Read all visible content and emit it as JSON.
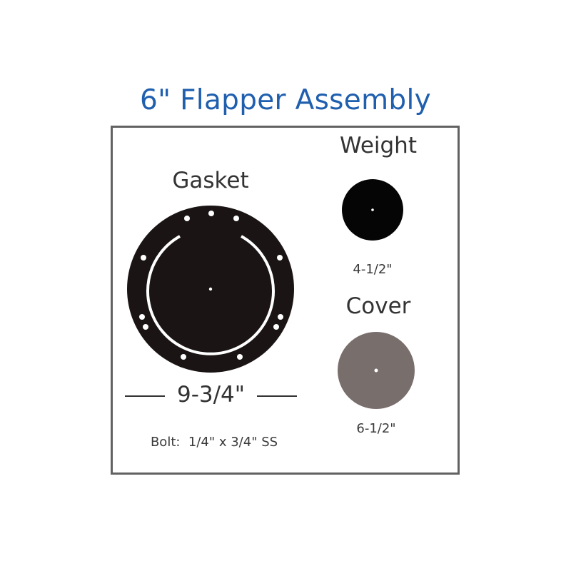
{
  "title": "6\" Flapper Assembly",
  "colors": {
    "title": "#1f5fae",
    "border": "#626262",
    "gasket": "#1a1414",
    "weight": "#050505",
    "cover": "#786e6c"
  },
  "parts": {
    "gasket": {
      "label": "Gasket",
      "dimension": "9-3/4\"",
      "bolt_note": "Bolt:  1/4\" x 3/4\" SS"
    },
    "weight": {
      "label": "Weight",
      "dimension": "4-1/2\""
    },
    "cover": {
      "label": "Cover",
      "dimension": "6-1/2\""
    }
  }
}
